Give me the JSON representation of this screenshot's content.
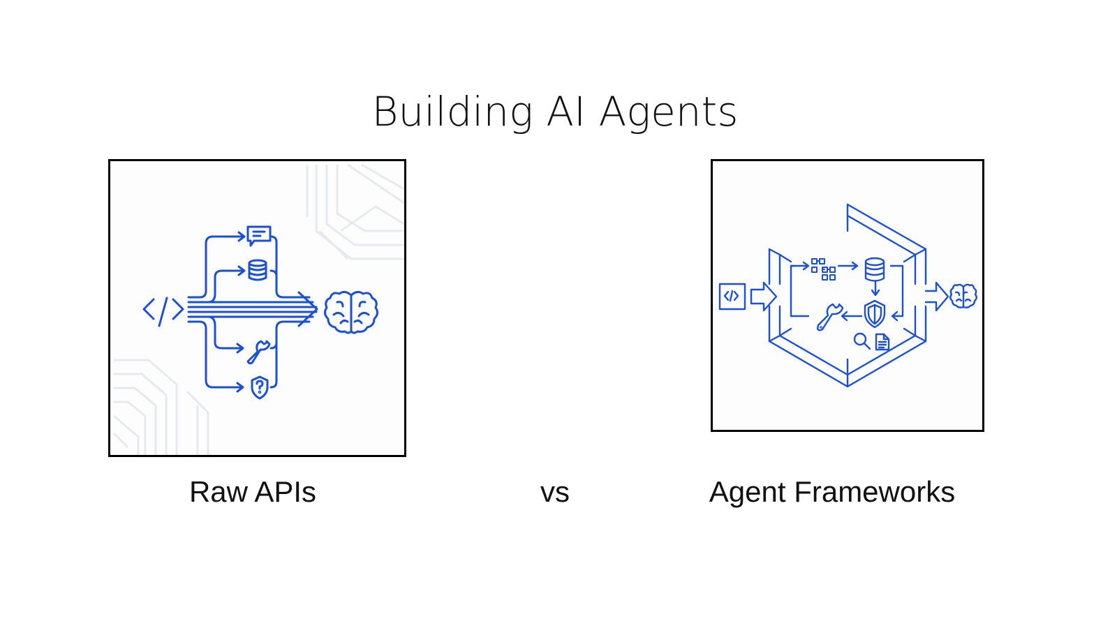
{
  "title": "Building AI Agents",
  "colors": {
    "accent": "#1a4fd6",
    "frame": "#000000",
    "pattern": "#e6e9ee",
    "text": "#111111"
  },
  "left_panel": {
    "label": "Raw APIs",
    "icons": [
      "code-icon",
      "chat-icon",
      "database-icon",
      "wrench-icon",
      "shield-question-icon",
      "brain-icon"
    ],
    "description": "Code splits into separate branches to chat, database, tools, and safety, merging into one arrow toward the brain"
  },
  "comparison": {
    "label": "vs"
  },
  "right_panel": {
    "label": "Agent Frameworks",
    "icons": [
      "code-icon",
      "input-arrow-icon",
      "workflow-icon",
      "database-icon",
      "shield-icon",
      "wrench-icon",
      "search-icon",
      "document-icon",
      "output-arrow-icon",
      "brain-icon"
    ],
    "description": "Code enters a hexagonal framework containing an orchestrated loop of workflow, memory, guardrails, and tools, outputting to the brain"
  }
}
